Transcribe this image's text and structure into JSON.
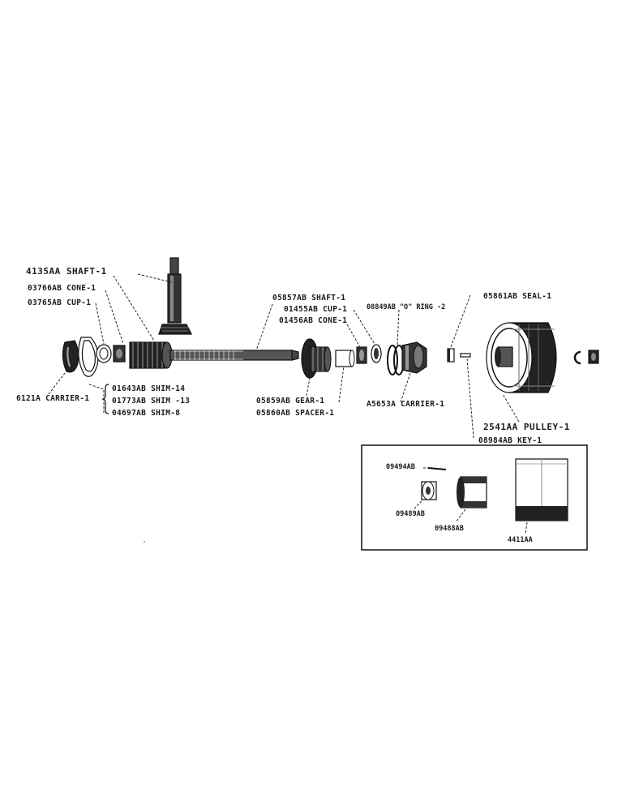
{
  "labels": {
    "shaft_4135": "4135AA SHAFT-1",
    "cone_03766": "03766AB CONE-1",
    "cup_03765": "03765AB CUP-1",
    "carrier_6121": "6121A CARRIER-1",
    "shim_01643": "01643AB SHIM-14",
    "shim_01773": "01773AB SHIM -13",
    "shim_04697": "04697AB SHIM-8",
    "shaft_05857": "05857AB SHAFT-1",
    "cup_01455": "01455AB CUP-1",
    "cone_01456": "01456AB CONE-1",
    "oring_08849": "08849AB \"O\" RING -2",
    "seal_05861": "05861AB SEAL-1",
    "gear_05859": "05859AB GEAR-1",
    "spacer_05860": "05860AB SPACER-1",
    "carrier_a5653": "A5653A CARRIER-1",
    "pulley_2541": "2541AA PULLEY-1",
    "key_08984": "08984AB KEY-1"
  },
  "inset": {
    "pin_09494": "09494AB",
    "bushing_09489": "09489AB",
    "sleeve_09488": "09488AB",
    "drum_4411": "4411AA"
  }
}
